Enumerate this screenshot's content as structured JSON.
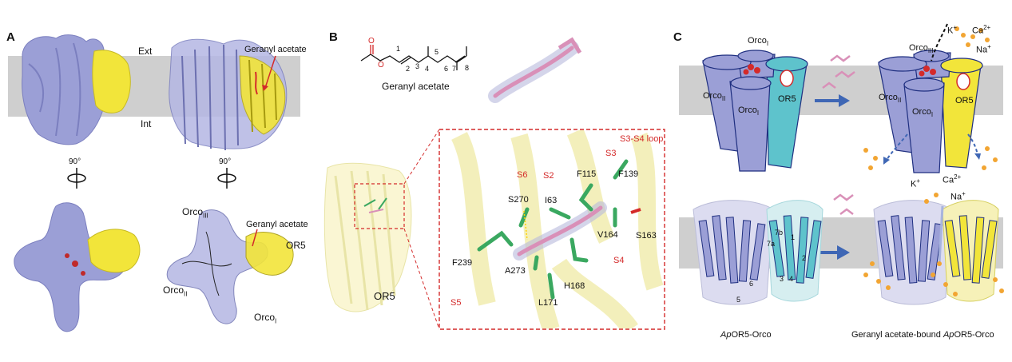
{
  "panels": {
    "a": "A",
    "b": "B",
    "c": "C"
  },
  "panel_a": {
    "ext": "Ext",
    "int": "Int",
    "rot1": "90°",
    "rot2": "90°",
    "ligand_top": "Geranyl acetate",
    "ligand_bottom": "Geranyl acetate",
    "orco_iii": "Orco",
    "orco_iii_sub": "III",
    "orco_ii": "Orco",
    "orco_ii_sub": "II",
    "orco_i": "Orco",
    "orco_i_sub": "I",
    "or5": "OR5"
  },
  "panel_b": {
    "compound": "Geranyl acetate",
    "carbon_numbers": [
      "1",
      "2",
      "3",
      "4",
      "5",
      "6",
      "7",
      "8"
    ],
    "or5": "OR5",
    "residues": {
      "f115": "F115",
      "f139": "F139",
      "s270": "S270",
      "i63": "I63",
      "v164": "V164",
      "s163": "S163",
      "f239": "F239",
      "a273": "A273",
      "h168": "H168",
      "l171": "L171"
    },
    "helices": {
      "s3s4": "S3-S4 loop",
      "s3": "S3",
      "s6": "S6",
      "s2": "S2",
      "s4": "S4",
      "s5": "S5"
    }
  },
  "panel_c": {
    "orco_i_top": "Orco",
    "orco_i_top_sub": "I",
    "orco_ii_left": "Orco",
    "orco_ii_left_sub": "II",
    "orco_i_left": "Orco",
    "orco_i_left_sub": "I",
    "or5_left": "OR5",
    "k": "K",
    "k_sup": "+",
    "ca": "Ca",
    "ca_sup": "2+",
    "na": "Na",
    "na_sup": "+",
    "orco_iii_right": "Orco",
    "orco_iii_right_sub": "III",
    "orco_ii_right": "Orco",
    "orco_ii_right_sub": "II",
    "orco_i_right": "Orco",
    "orco_i_right_sub": "I",
    "or5_right": "OR5",
    "k2": "K",
    "k2_sup": "+",
    "ca2": "Ca",
    "ca2_sup": "2+",
    "na2": "Na",
    "na2_sup": "+",
    "caption_left_italic": "Ap",
    "caption_left_rest": "OR5-Orco",
    "caption_right_pre": "Geranyl acetate-bound ",
    "caption_right_italic": "Ap",
    "caption_right_rest": "OR5-Orco",
    "helix_numbers": [
      "1",
      "2",
      "3",
      "4",
      "5",
      "6",
      "7b",
      "7a"
    ]
  },
  "colors": {
    "orco": "#9b9fd6",
    "or5_apo": "#5ec3cc",
    "or5_bound": "#f2e53a",
    "membrane": "#cfcfcf",
    "ligand": "#d990b8",
    "residue": "#3aa860",
    "ion": "#f2a532",
    "arrow": "#3f67b5",
    "highlight": "#d42a2a"
  }
}
